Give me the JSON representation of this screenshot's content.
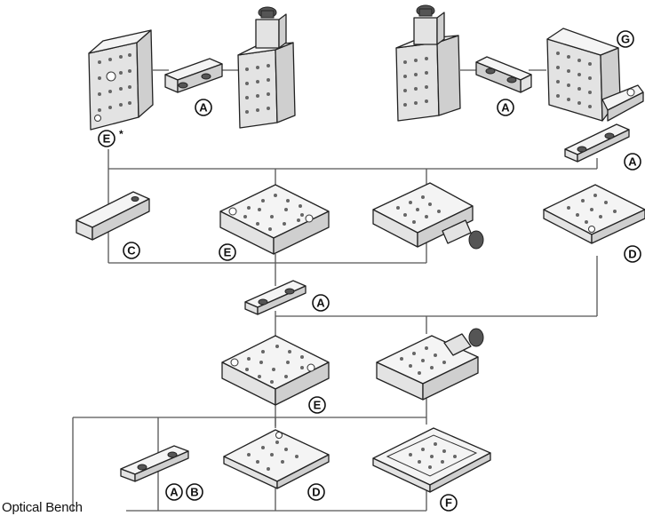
{
  "labels": {
    "a": "A",
    "b": "B",
    "c": "C",
    "d": "D",
    "e": "E",
    "f": "F",
    "g": "G",
    "footnote_mark": "*"
  },
  "bench_label": "Optical Bench"
}
